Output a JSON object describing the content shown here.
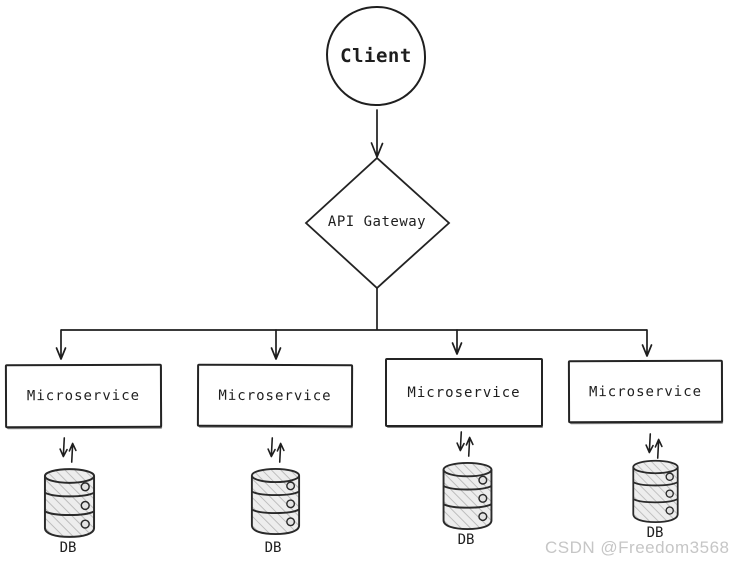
{
  "diagram": {
    "client": {
      "label": "Client",
      "shape": "circle"
    },
    "api_gateway": {
      "label": "API Gateway",
      "shape": "diamond"
    },
    "microservices": [
      {
        "label": "Microservice"
      },
      {
        "label": "Microservice"
      },
      {
        "label": "Microservice"
      },
      {
        "label": "Microservice"
      }
    ],
    "databases": [
      {
        "label": "DB",
        "icon": "database-icon"
      },
      {
        "label": "DB",
        "icon": "database-icon"
      },
      {
        "label": "DB",
        "icon": "database-icon"
      },
      {
        "label": "DB",
        "icon": "database-icon"
      }
    ],
    "edges": [
      {
        "from": "client",
        "to": "api_gateway",
        "type": "arrow"
      },
      {
        "from": "api_gateway",
        "to": "microservice-1",
        "type": "arrow"
      },
      {
        "from": "api_gateway",
        "to": "microservice-2",
        "type": "arrow"
      },
      {
        "from": "api_gateway",
        "to": "microservice-3",
        "type": "arrow"
      },
      {
        "from": "api_gateway",
        "to": "microservice-4",
        "type": "arrow"
      },
      {
        "from": "microservice-1",
        "to": "db-1",
        "type": "bidirectional"
      },
      {
        "from": "microservice-2",
        "to": "db-2",
        "type": "bidirectional"
      },
      {
        "from": "microservice-3",
        "to": "db-3",
        "type": "bidirectional"
      },
      {
        "from": "microservice-4",
        "to": "db-4",
        "type": "bidirectional"
      }
    ]
  },
  "watermark": {
    "text": "CSDN @Freedom3568",
    "color": "#c6c6c6"
  },
  "colors": {
    "background": "#ffffff",
    "stroke": "#1e1e1e",
    "db_fill": "#ededed",
    "db_hatch": "#bcbcbc"
  }
}
